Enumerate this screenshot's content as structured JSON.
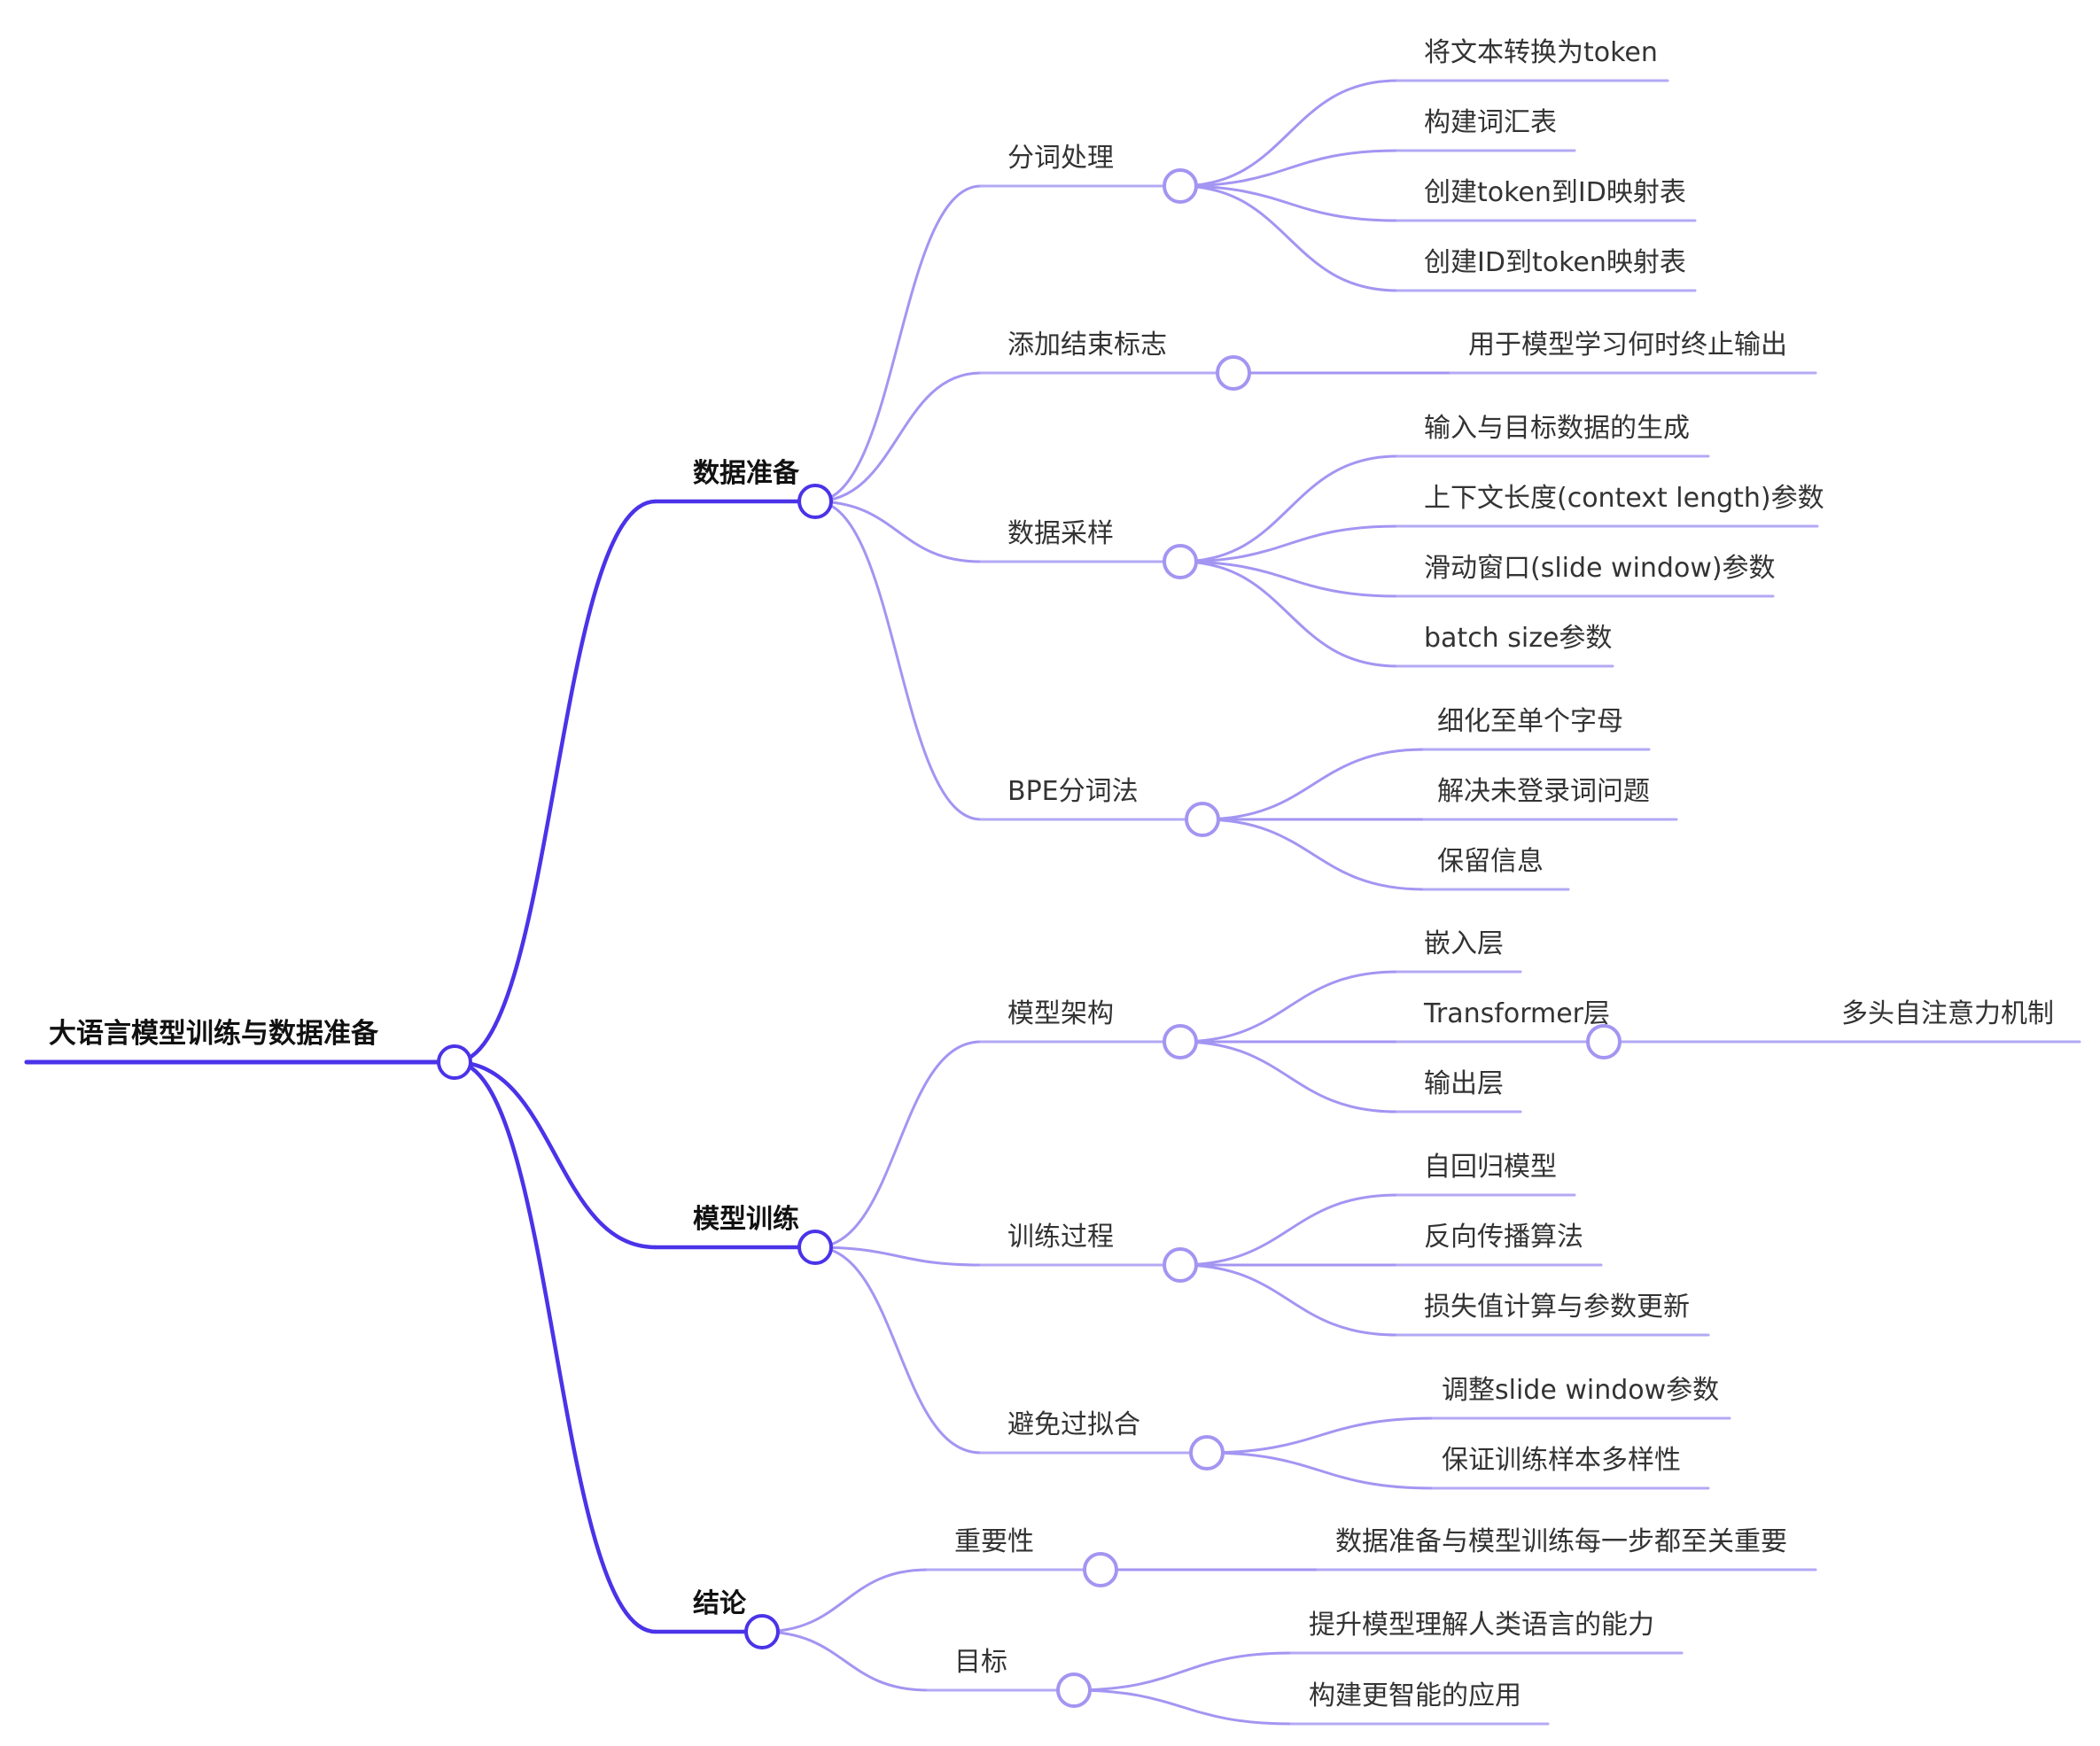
{
  "colors": {
    "primary": "#4a33e8",
    "secondary": "#a395f2",
    "underline": "#b3a9f5",
    "text": "#333333"
  },
  "root": {
    "label": "大语言模型训练与数据准备",
    "children": [
      {
        "label": "数据准备",
        "children": [
          {
            "label": "分词处理",
            "children": [
              {
                "label": "将文本转换为token"
              },
              {
                "label": "构建词汇表"
              },
              {
                "label": "创建token到ID映射表"
              },
              {
                "label": "创建ID到token映射表"
              }
            ]
          },
          {
            "label": "添加结束标志",
            "children": [
              {
                "label": "用于模型学习何时终止输出"
              }
            ]
          },
          {
            "label": "数据采样",
            "children": [
              {
                "label": "输入与目标数据的生成"
              },
              {
                "label": "上下文长度(context length)参数"
              },
              {
                "label": "滑动窗口(slide window)参数"
              },
              {
                "label": "batch size参数"
              }
            ]
          },
          {
            "label": "BPE分词法",
            "children": [
              {
                "label": "细化至单个字母"
              },
              {
                "label": "解决未登录词问题"
              },
              {
                "label": "保留信息"
              }
            ]
          }
        ]
      },
      {
        "label": "模型训练",
        "children": [
          {
            "label": "模型架构",
            "children": [
              {
                "label": "嵌入层"
              },
              {
                "label": "Transformer层",
                "children": [
                  {
                    "label": "多头自注意力机制"
                  }
                ]
              },
              {
                "label": "输出层"
              }
            ]
          },
          {
            "label": "训练过程",
            "children": [
              {
                "label": "自回归模型"
              },
              {
                "label": "反向传播算法"
              },
              {
                "label": "损失值计算与参数更新"
              }
            ]
          },
          {
            "label": "避免过拟合",
            "children": [
              {
                "label": "调整slide window参数"
              },
              {
                "label": "保证训练样本多样性"
              }
            ]
          }
        ]
      },
      {
        "label": "结论",
        "children": [
          {
            "label": "重要性",
            "children": [
              {
                "label": "数据准备与模型训练每一步都至关重要"
              }
            ]
          },
          {
            "label": "目标",
            "children": [
              {
                "label": "提升模型理解人类语言的能力"
              },
              {
                "label": "构建更智能的应用"
              }
            ]
          }
        ]
      }
    ]
  }
}
